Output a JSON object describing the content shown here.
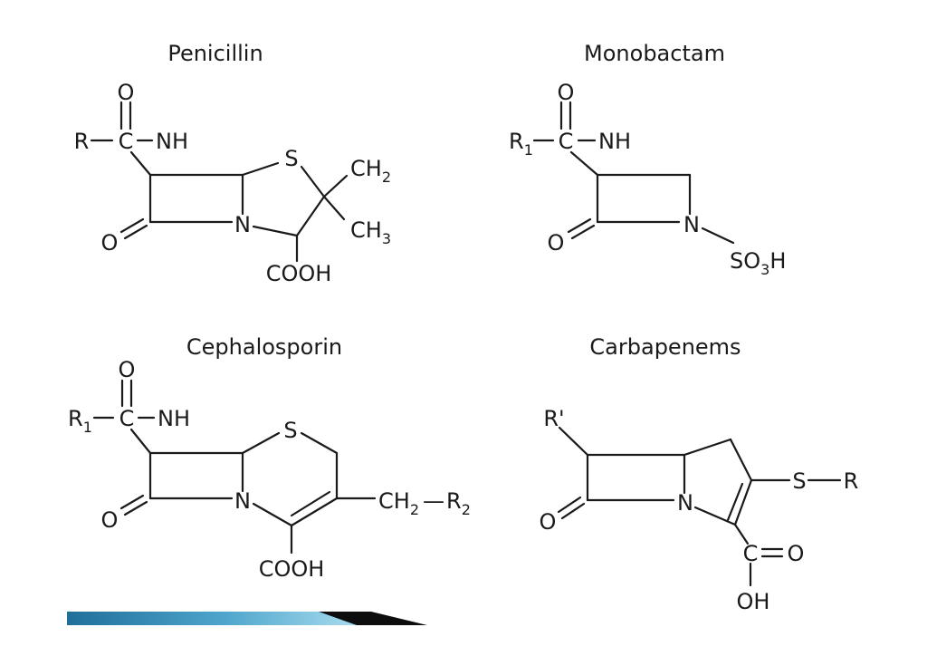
{
  "structures": {
    "penicillin": {
      "title": "Penicillin",
      "labels": {
        "o_top": "O",
        "r": "R",
        "c": "C",
        "nh": "NH",
        "s": "S",
        "ch2": "CH",
        "ch2_sub": "2",
        "ch3": "CH",
        "ch3_sub": "3",
        "o_ring": "O",
        "n": "N",
        "cooh": "COOH"
      }
    },
    "monobactam": {
      "title": "Monobactam",
      "labels": {
        "o_top": "O",
        "r": "R",
        "r_sub": "1",
        "c": "C",
        "nh": "NH",
        "o_ring": "O",
        "n": "N",
        "so3h_a": "SO",
        "so3h_sub": "3",
        "so3h_b": "H"
      }
    },
    "cephalosporin": {
      "title": "Cephalosporin",
      "labels": {
        "o_top": "O",
        "r": "R",
        "r_sub": "1",
        "c": "C",
        "nh": "NH",
        "s": "S",
        "o_ring": "O",
        "n": "N",
        "ch2r2_a": "CH",
        "ch2r2_sub1": "2",
        "ch2r2_b": "R",
        "ch2r2_sub2": "2",
        "cooh": "COOH"
      }
    },
    "carbapenems": {
      "title": "Carbapenems",
      "labels": {
        "r_prime": "R'",
        "o_ring": "O",
        "n": "N",
        "s": "S",
        "r": "R",
        "c": "C",
        "o_acid": "O",
        "oh": "OH"
      }
    }
  },
  "colors": {
    "ink": "#1a1a1a",
    "footer_bar_start": "#1f6f9a",
    "footer_bar_end": "#9fd3ea",
    "footer_bar_dark": "#0d0d0d"
  }
}
